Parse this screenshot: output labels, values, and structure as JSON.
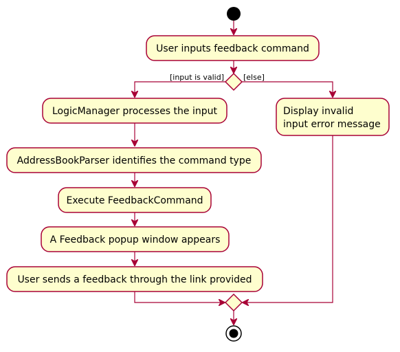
{
  "diagram": {
    "type": "activity",
    "nodes": {
      "user_inputs": "User inputs feedback command",
      "logic_manager": "LogicManager processes the input",
      "parser": "AddressBookParser identifies the command type",
      "execute": "Execute FeedbackCommand",
      "popup": "A Feedback popup window appears",
      "send_feedback": "User sends a feedback through the link provided",
      "invalid_line1": "Display invalid",
      "invalid_line2": "input error message"
    },
    "guards": {
      "valid": "[input is valid]",
      "else": "[else]"
    },
    "colors": {
      "node_fill": "#FEFECE",
      "border": "#A80036",
      "start": "#000000"
    }
  }
}
